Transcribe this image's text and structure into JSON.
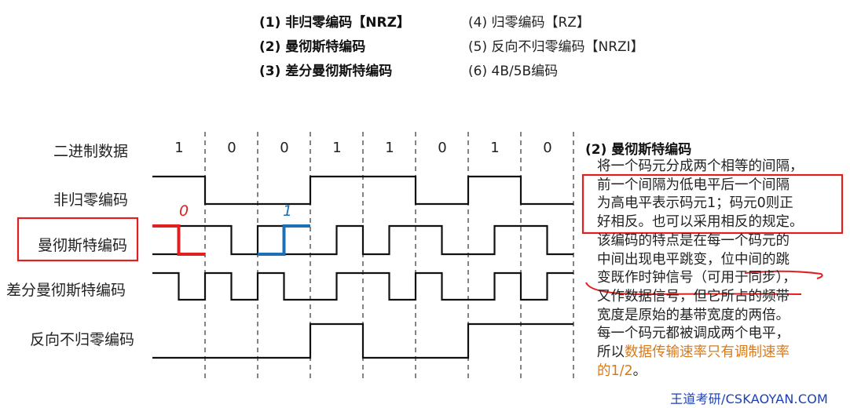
{
  "encodings_left": [
    {
      "num": "(1)",
      "label": "非归零编码【NRZ】"
    },
    {
      "num": "(2)",
      "label": "曼彻斯特编码"
    },
    {
      "num": "(3)",
      "label": "差分曼彻斯特编码"
    }
  ],
  "encodings_right": [
    {
      "num": "(4)",
      "label": "归零编码【RZ】"
    },
    {
      "num": "(5)",
      "label": "反向不归零编码【NRZI】"
    },
    {
      "num": "(6)",
      "label": "4B/5B编码"
    }
  ],
  "row_labels": {
    "binary": "二进制数据",
    "nrz": "非归零编码",
    "manchester": "曼彻斯特编码",
    "diff_manchester": "差分曼彻斯特编码",
    "nrzi": "反向不归零编码"
  },
  "bits": [
    "1",
    "0",
    "0",
    "1",
    "1",
    "0",
    "1",
    "0"
  ],
  "annotations": {
    "zero": "0",
    "one": "1"
  },
  "panel": {
    "title": "(2) 曼彻斯特编码",
    "line1": "将一个码元分成两个相等的间隔，",
    "line2": "前一个间隔为低电平后一个间隔",
    "line3": "为高电平表示码元1；码元0则正",
    "line4": "好相反。也可以采用相反的规定。",
    "line5": "该编码的特点是在每一个码元的",
    "line6a": "中间出现电平跳变，",
    "line6b": "位中间的跳",
    "line7a": "变既作时钟信号（可用于同步）",
    "line7b": "，",
    "line8": "又作数据信号，但它所占的频带",
    "line9": "宽度是原始的基带宽度的两倍。",
    "line10": "每一个码元都被调成两个电平，",
    "line11a": "所以",
    "line11b": "数据传输速率只有调制速率",
    "line12a": "的1/2",
    "line12b": "。"
  },
  "footer": "王道考研/CSKAOYAN.COM",
  "colors": {
    "highlight_red": "#e02020",
    "highlight_blue": "#1f6fb5",
    "orange": "#d87a1a",
    "footer_blue": "#1a3fb8"
  }
}
